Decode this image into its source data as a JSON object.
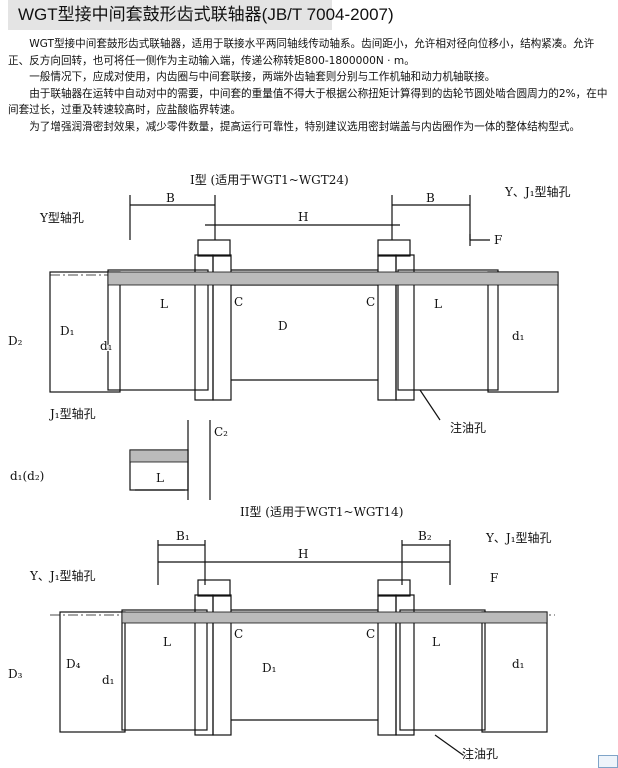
{
  "title": "WGT型接中间套鼓形齿式联轴器(JB/T 7004-2007)",
  "paragraphs": [
    "WGT型接中间套鼓形齿式联轴器，适用于联接水平两同轴线传动轴系。齿间距小，允许相对径向位移小，结构紧凑。允许正、反方向回转，也可将任一侧作为主动输入端，传递公称转矩800-1800000N · m。",
    "一般情况下，应成对使用，内齿圈与中间套联接，两端外齿轴套则分别与工作机轴和动力机轴联接。",
    "由于联轴器在运转中自动对中的需要，中间套的重量值不得大于根据公称扭矩计算得到的齿轮节圆处啮合圆周力的2%，在中间套过长，过重及转速较高时，应盐酸临界转速。",
    "为了增强润滑密封效果，减少零件数量，提高运行可靠性，特别建议选用密封端盖与内齿圈作为一体的整体结构型式。"
  ],
  "fig1": {
    "caption": "I型 (适用于WGT1~WGT24)",
    "B": "B",
    "H": "H",
    "y_hole": "Y型轴孔",
    "yj_hole": "Y、J₁型轴孔",
    "F": "F",
    "L": "L",
    "C": "C",
    "D": "D",
    "D2": "D₂",
    "D1": "D₁",
    "d1": "d₁",
    "oil": "注油孔",
    "j1_hole": "J₁型轴孔",
    "C2": "C₂",
    "d1d2": "d₁(d₂)"
  },
  "fig2": {
    "caption": "II型 (适用于WGT1~WGT14)",
    "B1": "B₁",
    "B2": "B₂",
    "H": "H",
    "yj_hole": "Y、J₁型轴孔",
    "F": "F",
    "L": "L",
    "C": "C",
    "D1": "D₁",
    "D3": "D₃",
    "D4": "D₄",
    "d1": "d₁",
    "oil": "注油孔"
  }
}
